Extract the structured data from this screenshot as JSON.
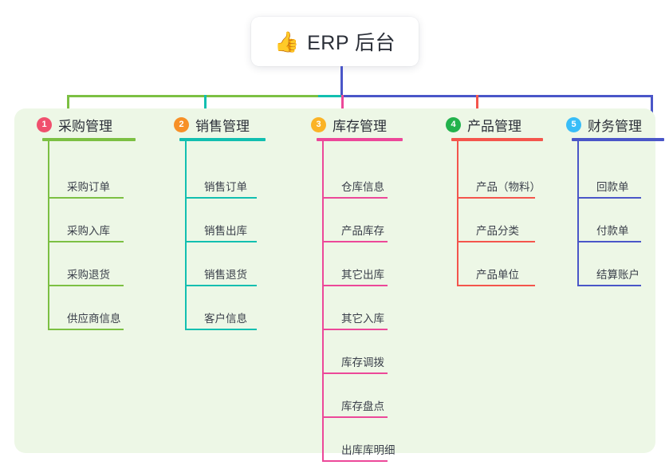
{
  "diagram": {
    "title": "ERP 后台",
    "root": {
      "label": "ERP 后台",
      "icon": "thumbs-up-emoji",
      "emoji": "👍"
    },
    "panel_color": "#edf7e6",
    "bus_colors": {
      "left": "#7cc043",
      "center": "#12bfb0",
      "right": "#4a56c8"
    },
    "columns": [
      {
        "number": "1",
        "title": "采购管理",
        "badge_color": "#f0506e",
        "line_color": "#7cc043",
        "items": [
          "采购订单",
          "采购入库",
          "采购退货",
          "供应商信息"
        ]
      },
      {
        "number": "2",
        "title": "销售管理",
        "badge_color": "#f79027",
        "line_color": "#12bfb0",
        "items": [
          "销售订单",
          "销售出库",
          "销售退货",
          "客户信息"
        ]
      },
      {
        "number": "3",
        "title": "库存管理",
        "badge_color": "#fbb326",
        "line_color": "#ec4899",
        "items": [
          "仓库信息",
          "产品库存",
          "其它出库",
          "其它入库",
          "库存调拨",
          "库存盘点",
          "出库库明细"
        ]
      },
      {
        "number": "4",
        "title": "产品管理",
        "badge_color": "#22b24c",
        "line_color": "#f4554c",
        "items": [
          "产品（物料）",
          "产品分类",
          "产品单位"
        ]
      },
      {
        "number": "5",
        "title": "财务管理",
        "badge_color": "#38bdf8",
        "line_color": "#4a56c8",
        "items": [
          "回款单",
          "付款单",
          "结算账户"
        ]
      }
    ]
  }
}
